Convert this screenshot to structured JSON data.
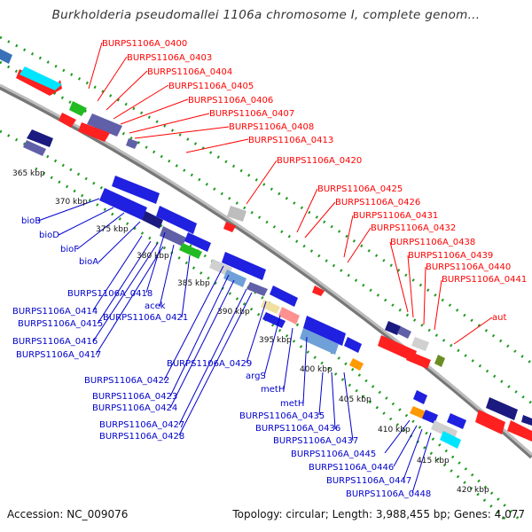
{
  "title": "Burkholderia pseudomallei 1106a chromosome I, complete genom...",
  "footer": {
    "accession": "Accession: NC_009076",
    "summary": "Topology: circular; Length: 3,988,455 bp; Genes: 4,077"
  },
  "colors": {
    "forward_label": "#ff0000",
    "reverse_label": "#0000cc"
  },
  "kbp_ticks": [
    "365 kbp",
    "370 kbp",
    "375 kbp",
    "380 kbp",
    "385 kbp",
    "390 kbp",
    "395 kbp",
    "400 kbp",
    "405 kbp",
    "410 kbp",
    "415 kbp",
    "420 kbp"
  ],
  "forward_labels": [
    "BURPS1106A_0400",
    "BURPS1106A_0403",
    "BURPS1106A_0404",
    "BURPS1106A_0405",
    "BURPS1106A_0406",
    "BURPS1106A_0407",
    "BURPS1106A_0408",
    "BURPS1106A_0413",
    "BURPS1106A_0420",
    "BURPS1106A_0425",
    "BURPS1106A_0426",
    "BURPS1106A_0431",
    "BURPS1106A_0432",
    "BURPS1106A_0438",
    "BURPS1106A_0439",
    "BURPS1106A_0440",
    "BURPS1106A_0441",
    "aut"
  ],
  "reverse_labels": [
    "bioB",
    "bioD",
    "bioF",
    "bioA",
    "BURPS1106A_0418",
    "BURPS1106A_0414",
    "acek",
    "BURPS1106A_0415",
    "BURPS1106A_0421",
    "BURPS1106A_0416",
    "BURPS1106A_0417",
    "BURPS1106A_0429",
    "BURPS1106A_0422",
    "argS",
    "BURPS1106A_0423",
    "metH",
    "BURPS1106A_0424",
    "metH",
    "BURPS1106A_0435",
    "BURPS1106A_0436",
    "BURPS1106A_0427",
    "BURPS1106A_0437",
    "BURPS1106A_0428",
    "BURPS1106A_0445",
    "BURPS1106A_0446",
    "BURPS1106A_0447",
    "BURPS1106A_0448"
  ]
}
